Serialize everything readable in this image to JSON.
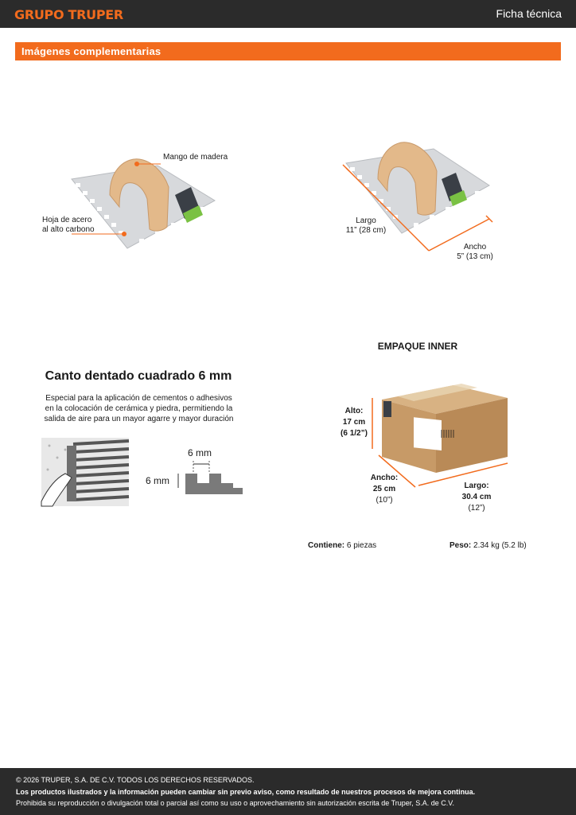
{
  "header": {
    "logo": "GRUPO TRUPER",
    "doc_type": "Ficha técnica"
  },
  "section": {
    "title": "Imágenes complementarias"
  },
  "product_callouts": {
    "handle": "Mango de madera",
    "blade_line1": "Hoja de acero",
    "blade_line2": "al alto carbono"
  },
  "dimensions": {
    "largo_label": "Largo",
    "largo_value": "11”",
    "largo_metric": "(28 cm)",
    "ancho_label": "Ancho",
    "ancho_value": "5”",
    "ancho_metric": "(13 cm)"
  },
  "canto": {
    "title": "Canto dentado cuadrado 6 mm",
    "description": "Especial para la aplicación de cementos o adhesivos en la colocación de cerámica y piedra, permitiendo la salida de aire para un mayor agarre y mayor duración",
    "width_label": "6 mm",
    "height_label": "6 mm"
  },
  "empaque": {
    "title": "EMPAQUE INNER",
    "alto_label": "Alto:",
    "alto_value": "17 cm",
    "alto_imperial": "(6 1/2”)",
    "ancho_label": "Ancho:",
    "ancho_value": "25 cm",
    "ancho_imperial": "(10”)",
    "largo_label": "Largo:",
    "largo_value": "30.4 cm",
    "largo_imperial": "(12”)",
    "contiene_label": "Contiene:",
    "contiene_value": "6 piezas",
    "peso_label": "Peso:",
    "peso_value": "2.34 kg (5.2 lb)"
  },
  "footer": {
    "copyright": "© 2026 TRUPER, S.A. DE C.V. TODOS LOS DERECHOS RESERVADOS.",
    "notice": "Los productos ilustrados y la información pueden cambiar sin previo aviso, como resultado de nuestros procesos de mejora continua.",
    "prohibition": "Prohibida su reproducción o divulgación total o parcial así como su uso o aprovechamiento sin autorización escrita de Truper, S.A. de C.V."
  },
  "colors": {
    "brand_orange": "#f26b1d",
    "dark_bar": "#2b2b2b",
    "wood": "#e3b98a",
    "steel": "#d7d9dc",
    "cardboard": "#c79a67"
  }
}
